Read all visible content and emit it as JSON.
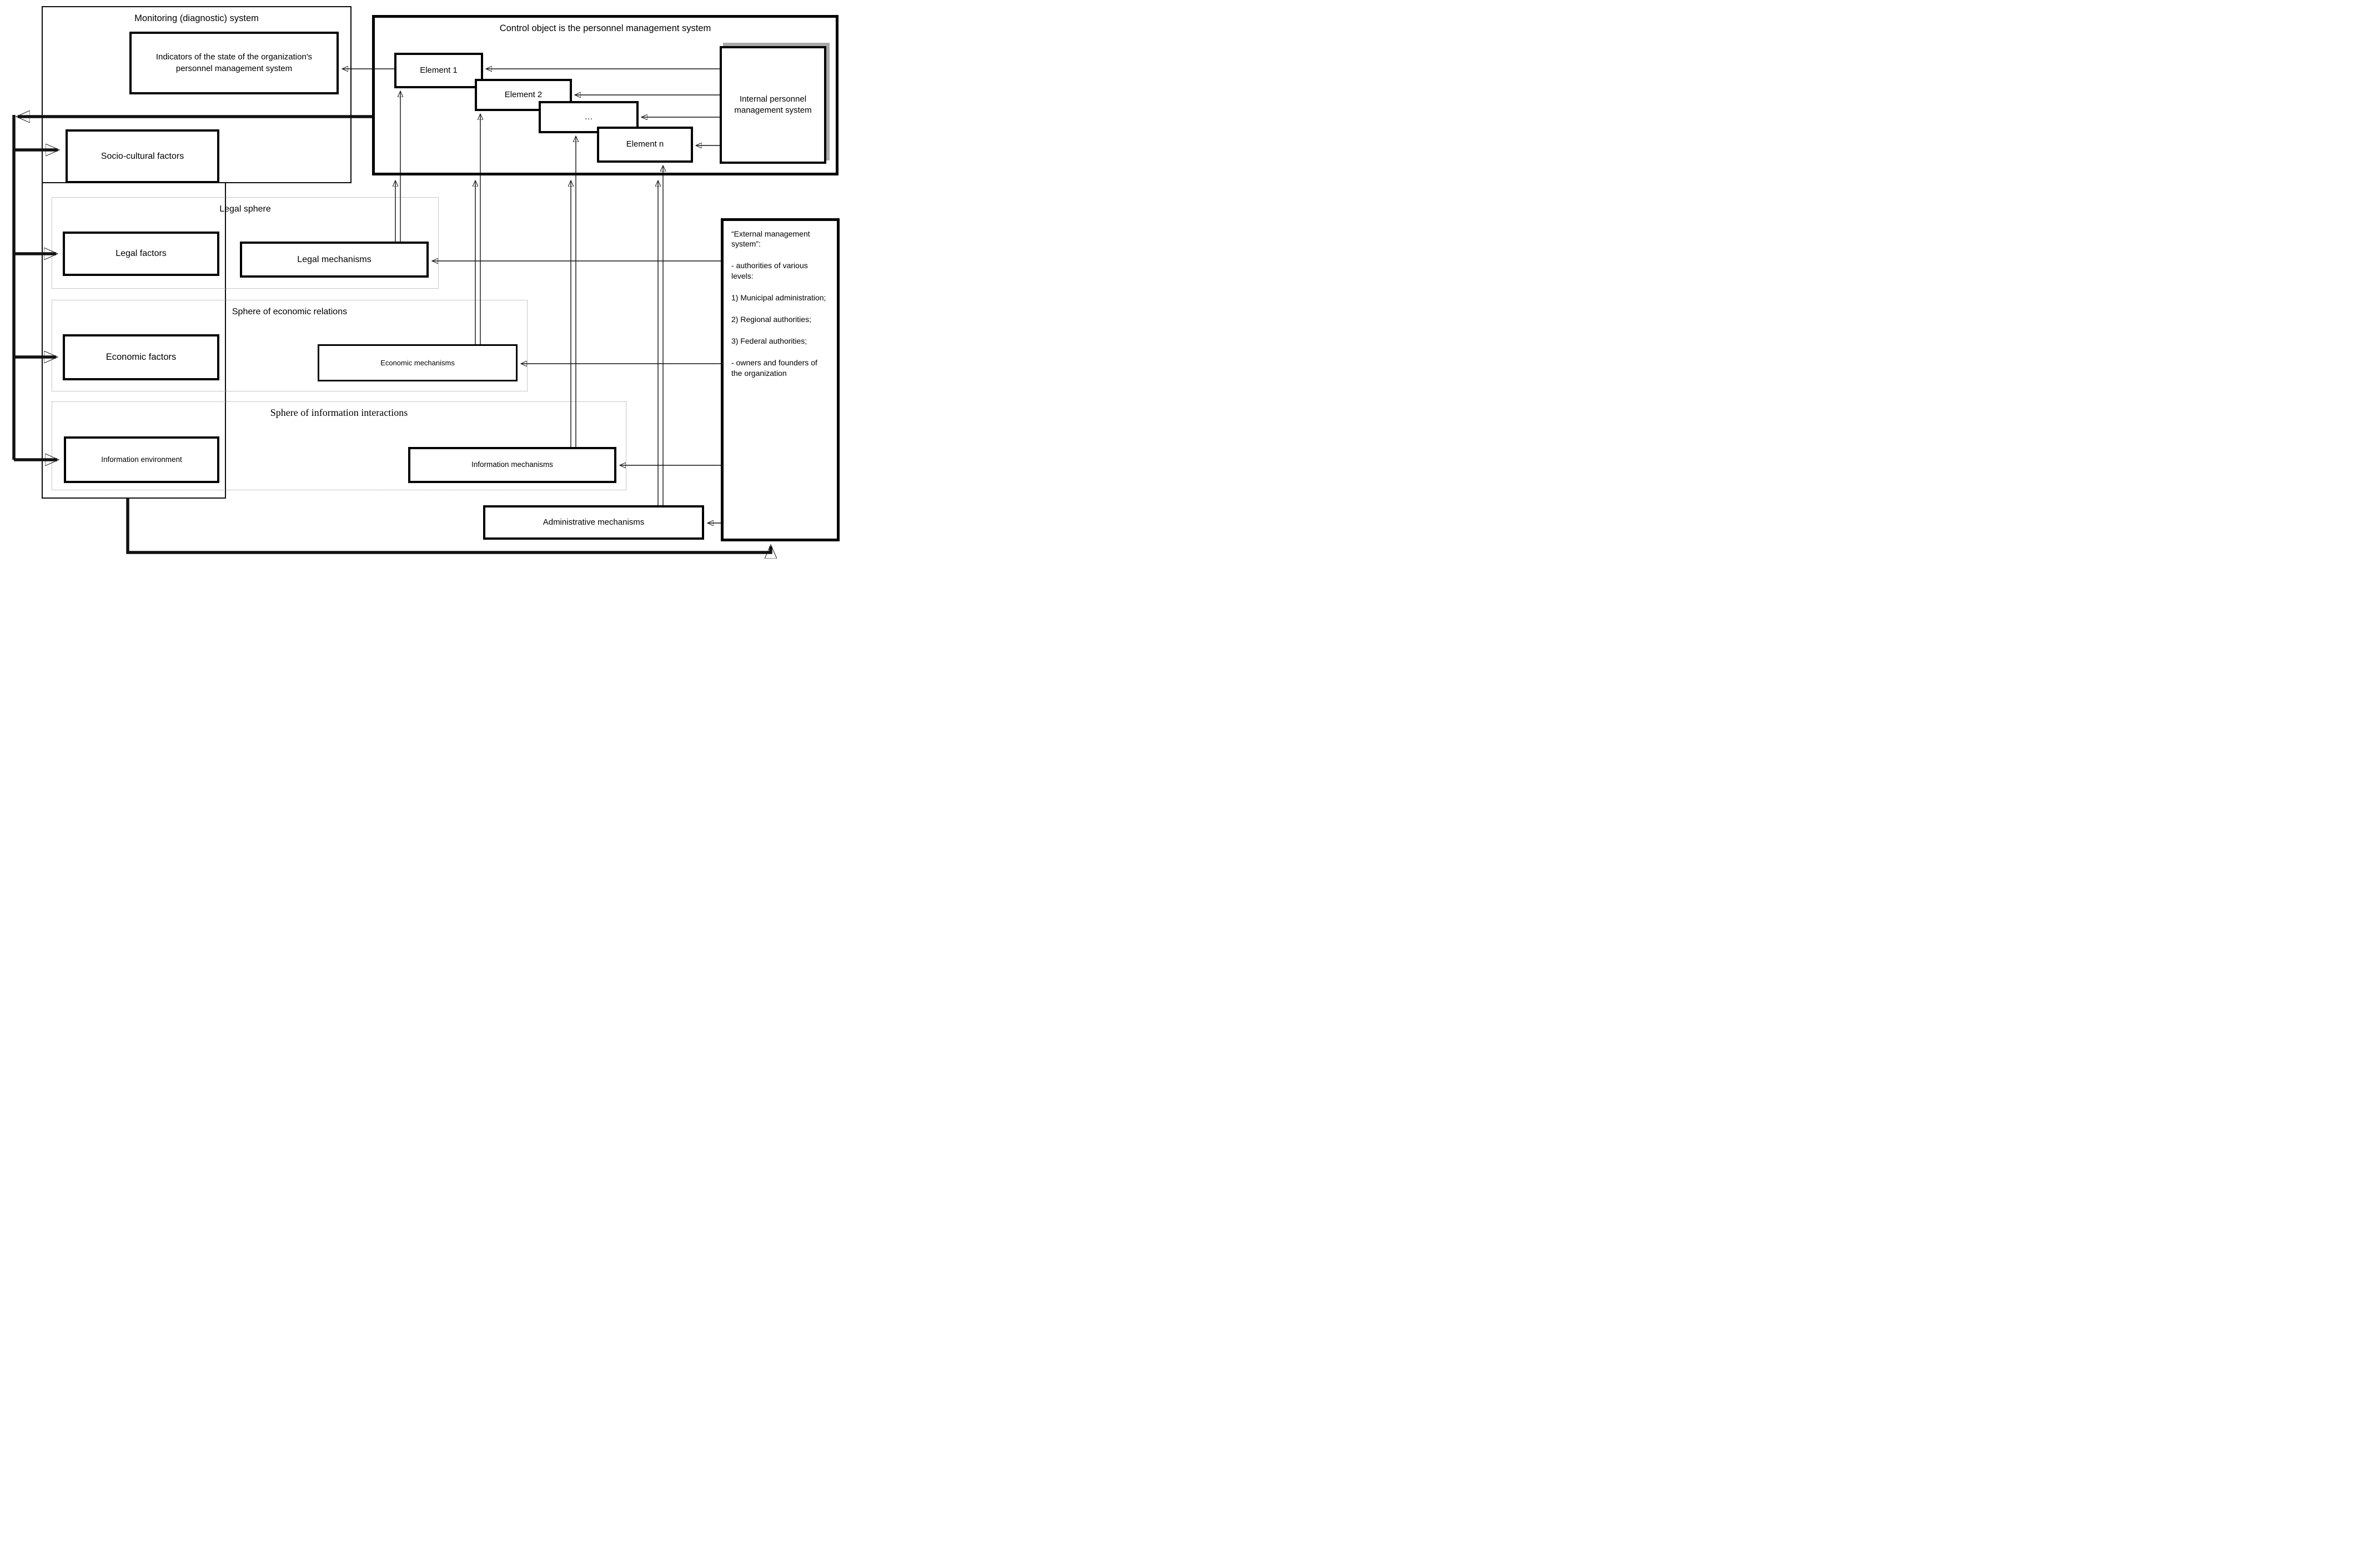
{
  "monitoring": {
    "title": "Monitoring (diagnostic) system",
    "indicators": "Indicators of the state of the organization's personnel management system"
  },
  "control": {
    "title": "Control object is the personnel management system",
    "elements": [
      "Element 1",
      "Element 2",
      "…",
      "Element n"
    ],
    "internal": "Internal personnel management system"
  },
  "factors": {
    "socio": "Socio-cultural factors",
    "legal": "Legal factors",
    "economic": "Economic factors",
    "information": "Information environment"
  },
  "spheres": {
    "legal": {
      "title": "Legal sphere",
      "mechanism": "Legal mechanisms"
    },
    "economic": {
      "title": "Sphere of economic relations",
      "mechanism": "Economic mechanisms"
    },
    "information": {
      "title": "Sphere of information interactions",
      "mechanism": "Information mechanisms"
    }
  },
  "administrative": {
    "label": "Administrative mechanisms"
  },
  "external": {
    "items": [
      "“External management system”:",
      "- authorities of various levels:",
      "1) Municipal administration;",
      "2) Regional authorities;",
      "3) Federal authorities;",
      "- owners and founders  of the organization"
    ]
  },
  "colors": {
    "line": "#121212",
    "shadow": "#a8a8a8",
    "dotted_border": "#8f8f8f"
  }
}
